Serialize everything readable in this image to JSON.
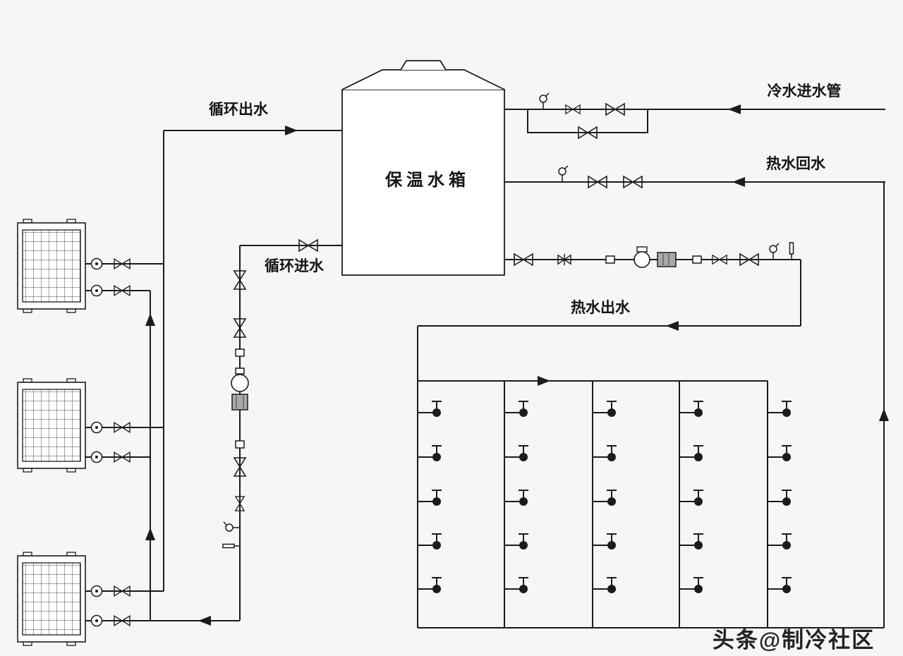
{
  "canvas": {
    "background": "#f6f6f9",
    "line_color": "#1b1b1b",
    "meter_fill": "#a9a9a9"
  },
  "labels": {
    "tank": "保温水箱",
    "circulation_out": "循环出水",
    "circulation_in": "循环进水",
    "cold_water_inlet": "冷水进水管",
    "hot_water_return": "热水回水",
    "hot_water_outlet": "热水出水",
    "watermark": "头条@制冷社区"
  },
  "structure": {
    "heat_pump_units": 3,
    "tap_columns": 5,
    "taps_per_column": 5,
    "tank_connections": [
      "circulation_out",
      "circulation_in",
      "cold_water_inlet",
      "hot_water_return",
      "hot_water_outlet"
    ]
  }
}
